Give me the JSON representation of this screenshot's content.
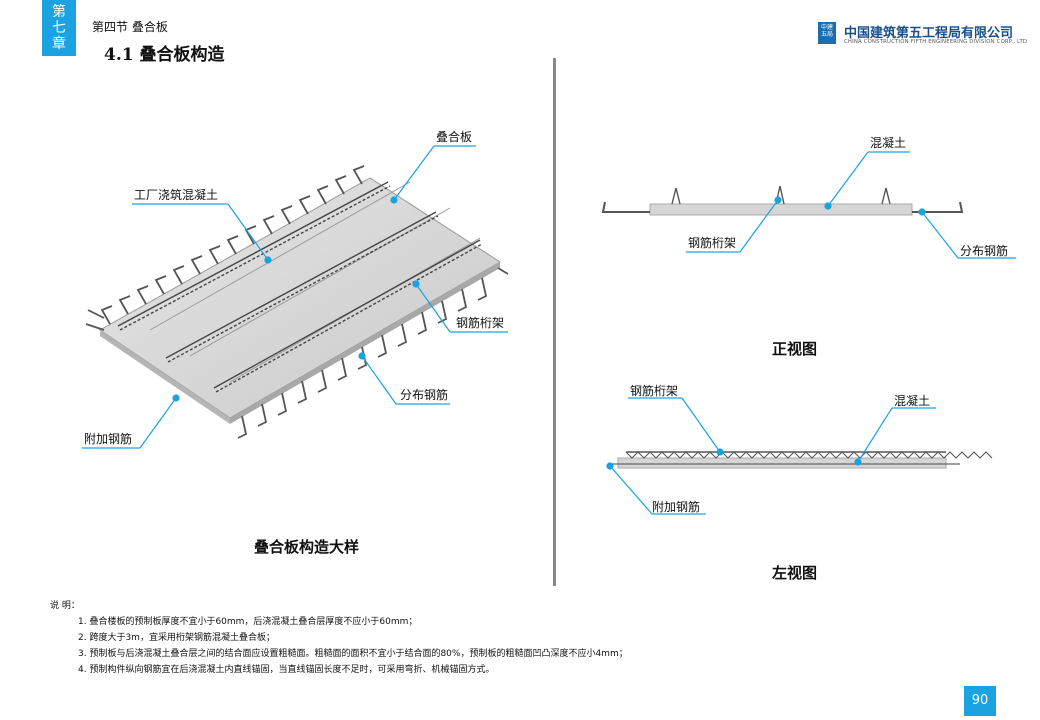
{
  "header": {
    "chapter_tab": [
      "第",
      "七",
      "章"
    ],
    "section": "第四节  叠合板",
    "title": "4.1  叠合板构造",
    "logo_mark": "中建\n五局",
    "company_cn": "中国建筑第五工程局有限公司",
    "company_en": "CHINA CONSTRUCTION FIFTH ENGINEERING DIVISION CORP., LTD"
  },
  "iso_view": {
    "labels": {
      "slab": "叠合板",
      "factory_concrete": "工厂浇筑混凝土",
      "truss": "钢筋桁架",
      "distribution": "分布钢筋",
      "additional": "附加钢筋"
    },
    "caption": "叠合板构造大样"
  },
  "front_view": {
    "labels": {
      "concrete": "混凝土",
      "truss": "钢筋桁架",
      "distribution": "分布钢筋"
    },
    "caption": "正视图"
  },
  "side_view": {
    "labels": {
      "truss": "钢筋桁架",
      "concrete": "混凝土",
      "additional": "附加钢筋"
    },
    "caption": "左视图"
  },
  "notes": {
    "heading": "说   明：",
    "items": [
      "1. 叠合楼板的预制板厚度不宜小于60mm，后浇混凝土叠合层厚度不应小于60mm；",
      "2. 跨度大于3m，宜采用桁架钢筋混凝土叠合板；",
      "3. 预制板与后浇混凝土叠合层之间的结合面应设置粗糙面。粗糙面的面积不宜小于结合面的80%，预制板的粗糙面凹凸深度不应小4mm；",
      "4. 预制构件纵向钢筋宜在后浇混凝土内直线锚固，当直线锚固长度不足时，可采用弯折、机械锚固方式。"
    ]
  },
  "page_number": "90",
  "colors": {
    "accent": "#1aa3e0",
    "leader": "#1aa3e0",
    "concrete": "#d9d9d9",
    "steel": "#555555"
  }
}
